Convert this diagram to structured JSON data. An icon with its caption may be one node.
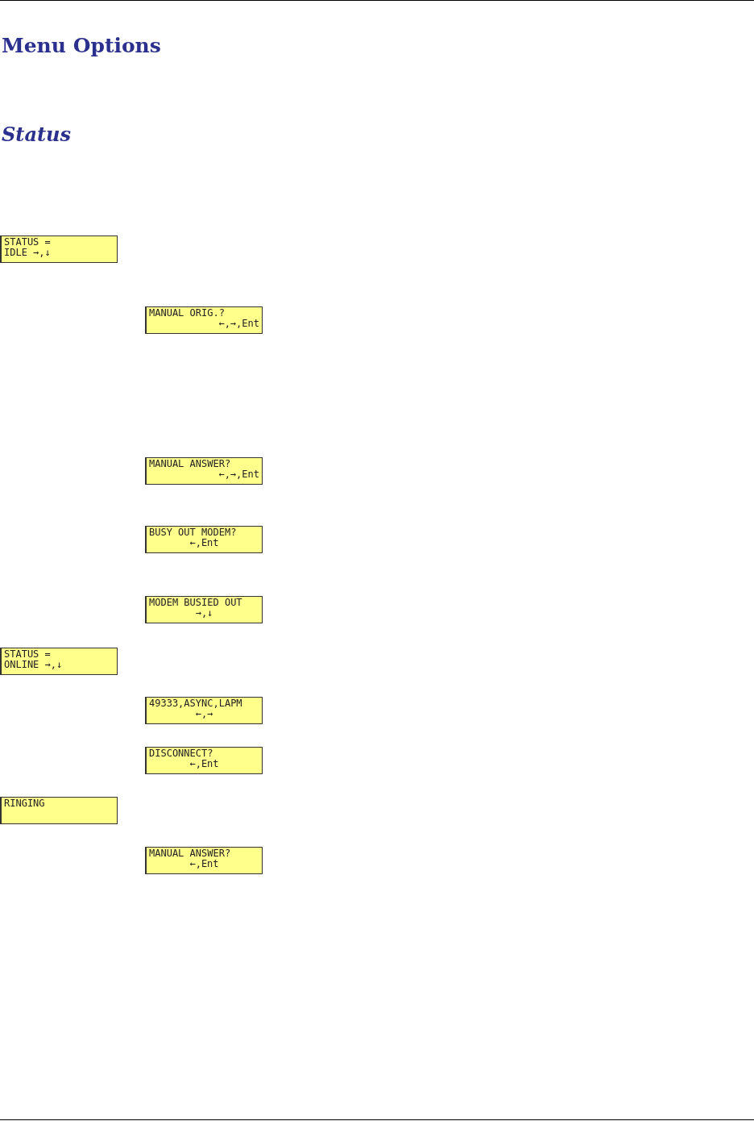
{
  "diagram": {
    "title": "Menu Options",
    "nodes": [
      {
        "text": [
          "STATUS =",
          "IDLE →,↓"
        ]
      },
      {
        "text": [
          "MANUAL ORIG.?",
          "←,→,Ent"
        ]
      },
      {
        "text": [
          "MANUAL ANSWER?",
          "←,→,Ent"
        ]
      },
      {
        "text": [
          "BUSY OUT MODEM?",
          "←,Ent"
        ]
      },
      {
        "text": [
          "MODEM BUSIED OUT",
          "→,↓"
        ]
      },
      {
        "text": [
          "STATUS =",
          "ONLINE →,↓"
        ]
      },
      {
        "text": [
          "49333,ASYNC,LAPM",
          "←,→"
        ]
      },
      {
        "text": [
          "DISCONNECT?",
          "←,Ent"
        ]
      },
      {
        "text": [
          "RINGING"
        ]
      },
      {
        "text": [
          "MANUAL ANSWER?",
          "←,Ent"
        ]
      }
    ],
    "labels": [
      "Status"
    ]
  }
}
